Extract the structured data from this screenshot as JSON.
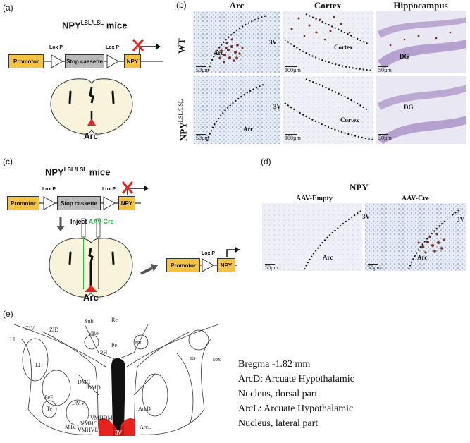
{
  "panels": {
    "a": {
      "label": "(a)",
      "title_main": "NPY",
      "title_sup": "LSL/LSL",
      "title_suffix": " mice",
      "promotor": "Promotor",
      "loxp1": "Lox P",
      "stop": "Stop cassette",
      "loxp2": "Lox P",
      "npy": "NPY",
      "arc": "Arc"
    },
    "b": {
      "label": "(b)",
      "col_headers": [
        "Arc",
        "Cortex",
        "Hippocampus"
      ],
      "row_wt": "WT",
      "row_ko_main": "NPY",
      "row_ko_sup": "LSL/LSL",
      "tissue_labels": {
        "arc": "Arc",
        "v3": "3V",
        "cortex": "Cortex",
        "dg": "DG"
      },
      "scales": [
        "50µm",
        "100µm",
        "50µm",
        "50µm",
        "100µm",
        "50µm"
      ]
    },
    "c": {
      "label": "(c)",
      "title_main": "NPY",
      "title_sup": "LSL/LSL",
      "title_suffix": " mice",
      "promotor": "Promotor",
      "loxp1": "Lox P",
      "stop": "Stop cassette",
      "loxp2": "Lox P",
      "npy": "NPY",
      "inject": "Inject ",
      "aav": "AAV-Cre",
      "arc": "Arc",
      "result_loxp": "Lox P",
      "result_promotor": "Promotor",
      "result_npy": "NPY"
    },
    "d": {
      "label": "(d)",
      "title": "NPY",
      "left_header": "AAV-Empty",
      "right_header": "AAV-Cre",
      "v3": "3V",
      "arc": "Arc",
      "scale": "50µm"
    },
    "e": {
      "label": "(e)",
      "atlas_labels": [
        "ZIV",
        "ZID",
        "Sub",
        "Re",
        "VRe",
        "mt",
        "PH",
        "Pe",
        "LH",
        "DMC",
        "DMD",
        "DMV",
        "PeF",
        "Te",
        "MTu",
        "VMHDM",
        "VMHC",
        "VMHVL",
        "ArcD",
        "ArcL",
        "3V",
        "ns",
        "sox",
        "Ll"
      ],
      "legend": [
        "Bregma -1.82 mm",
        "ArcD: Arcuate Hypothalamic",
        "Nucleus, dorsal part",
        "ArcL: Arcuate Hypothalamic",
        "Nucleus, lateral  part"
      ]
    }
  },
  "colors": {
    "yellow": "#f5c242",
    "grey": "#b9b9b9",
    "red_x": "#e8231f",
    "green_aav": "#2fb34a",
    "stain_brown": "#7a2a1e",
    "tissue_blue": "#c9d3e8",
    "dg_purple": "#a88fc6"
  }
}
